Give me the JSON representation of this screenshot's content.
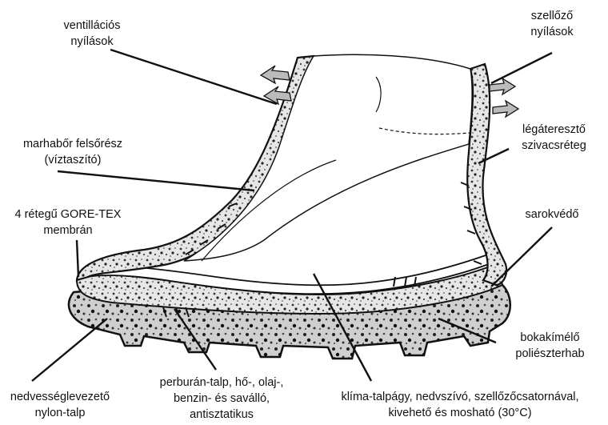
{
  "labels": {
    "ventilation_holes": {
      "line1": "ventillációs",
      "line2": "nyílások"
    },
    "vent_openings": {
      "line1": "szellőző",
      "line2": "nyílások"
    },
    "leather_upper": {
      "line1": "marhabőr felsőrész",
      "line2": "(víztaszító)"
    },
    "air_sponge": {
      "line1": "légáteresztő",
      "line2": "szivacsréteg"
    },
    "goretex": {
      "line1": "4 rétegű GORE-TEX",
      "line2": "membrán"
    },
    "heel_guard": {
      "line1": "sarokvédő"
    },
    "ankle_foam": {
      "line1": "bokakímélő",
      "line2": "poliészterhab"
    },
    "nylon_sole": {
      "line1": "nedvességlevezető",
      "line2": "nylon-talp"
    },
    "perburan_sole": {
      "line1": "perburán-talp, hő-, olaj-,",
      "line2": "benzin- és saválló,",
      "line3": "antisztatikus"
    },
    "climate_insole": {
      "line1": "klíma-talpágy, nedvszívó, szellőzőcsatornával,",
      "line2": "kivehető és mosható (30°C)"
    }
  },
  "colors": {
    "ink": "#111111",
    "foam": "#d8d8d8",
    "outsole": "#bdbdbd"
  }
}
